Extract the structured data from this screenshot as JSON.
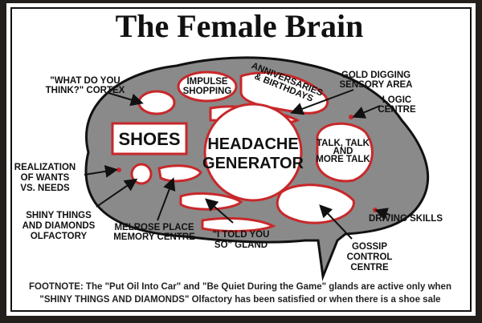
{
  "title": "The Female Brain",
  "colors": {
    "brain": "#8a8a8a",
    "outline": "#c8282a",
    "frame": "#231f1c"
  },
  "regions": {
    "cortex": [
      "\"WHAT DO YOU",
      "THINK?\" CORTEX"
    ],
    "impulse": [
      "IMPULSE",
      "SHOPPING"
    ],
    "anniversaries": [
      "ANNIVERSARIES",
      "& BIRTHDAYS"
    ],
    "gold": [
      "GOLD DIGGING",
      "SENSORY AREA"
    ],
    "logic": [
      "LOGIC",
      "CENTRE"
    ],
    "shoes": "SHOES",
    "headache": [
      "HEADACHE",
      "GENERATOR"
    ],
    "talk": [
      "TALK, TALK",
      "AND",
      "MORE TALK"
    ],
    "realization": [
      "REALIZATION",
      "OF WANTS",
      "VS. NEEDS"
    ],
    "shiny": [
      "SHINY THINGS",
      "AND DIAMONDS",
      "OLFACTORY"
    ],
    "melrose": [
      "MELROSE PLACE",
      "MEMORY CENTRE"
    ],
    "told": [
      "\"I TOLD YOU",
      "SO\" GLAND"
    ],
    "gossip": [
      "GOSSIP",
      "CONTROL",
      "CENTRE"
    ],
    "driving": "DRIVING SKILLS"
  },
  "footnote": [
    "FOOTNOTE: The \"Put Oil Into Car\" and \"Be Quiet During the Game\" glands are active only when",
    "\"SHINY THINGS AND DIAMONDS\" Olfactory has been satisfied or when there is a shoe sale"
  ]
}
